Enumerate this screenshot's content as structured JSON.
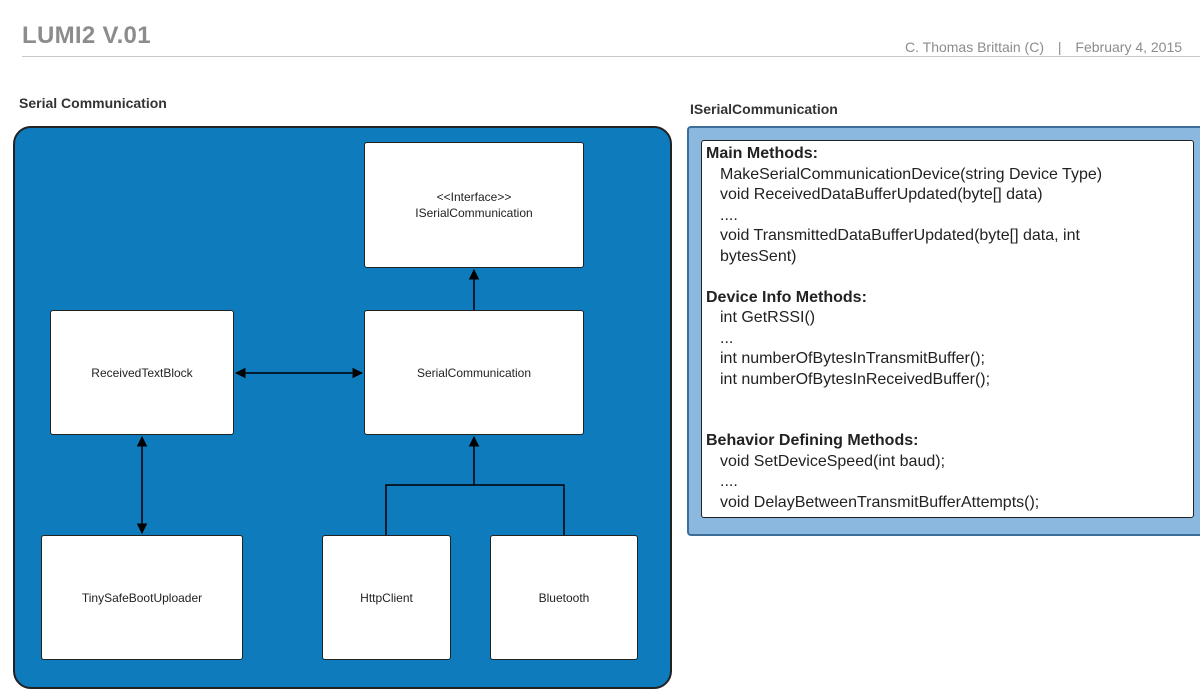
{
  "header": {
    "title": "LUMI2 V.01",
    "author": "C. Thomas Brittain (C)",
    "separator": "|",
    "date": "February 4, 2015"
  },
  "diagram": {
    "title": "Serial Communication",
    "nodes": {
      "interface_stereotype": "<<Interface>>",
      "interface_name": "ISerialCommunication",
      "received_text_block": "ReceivedTextBlock",
      "serial_communication": "SerialCommunication",
      "tiny_safe_boot_uploader": "TinySafeBootUploader",
      "http_client": "HttpClient",
      "bluetooth": "Bluetooth"
    }
  },
  "interface_panel": {
    "title": "ISerialCommunication",
    "groups": [
      {
        "title": "Main Methods:",
        "lines": [
          "MakeSerialCommunicationDevice(string Device Type)",
          "void ReceivedDataBufferUpdated(byte[] data)",
          "....",
          "void TransmittedDataBufferUpdated(byte[] data, int",
          "bytesSent)"
        ]
      },
      {
        "title": "Device Info Methods:",
        "lines": [
          "int GetRSSI()",
          "...",
          "int numberOfBytesInTransmitBuffer();",
          "int numberOfBytesInReceivedBuffer();"
        ]
      },
      {
        "title": "Behavior Defining Methods:",
        "lines": [
          "void SetDeviceSpeed(int baud);",
          "....",
          "void DelayBetweenTransmitBufferAttempts();"
        ]
      }
    ]
  },
  "colors": {
    "diagram_bg": "#0e7bbc",
    "panel_bg": "#8ab8de",
    "header_text": "#8c8c8c"
  }
}
